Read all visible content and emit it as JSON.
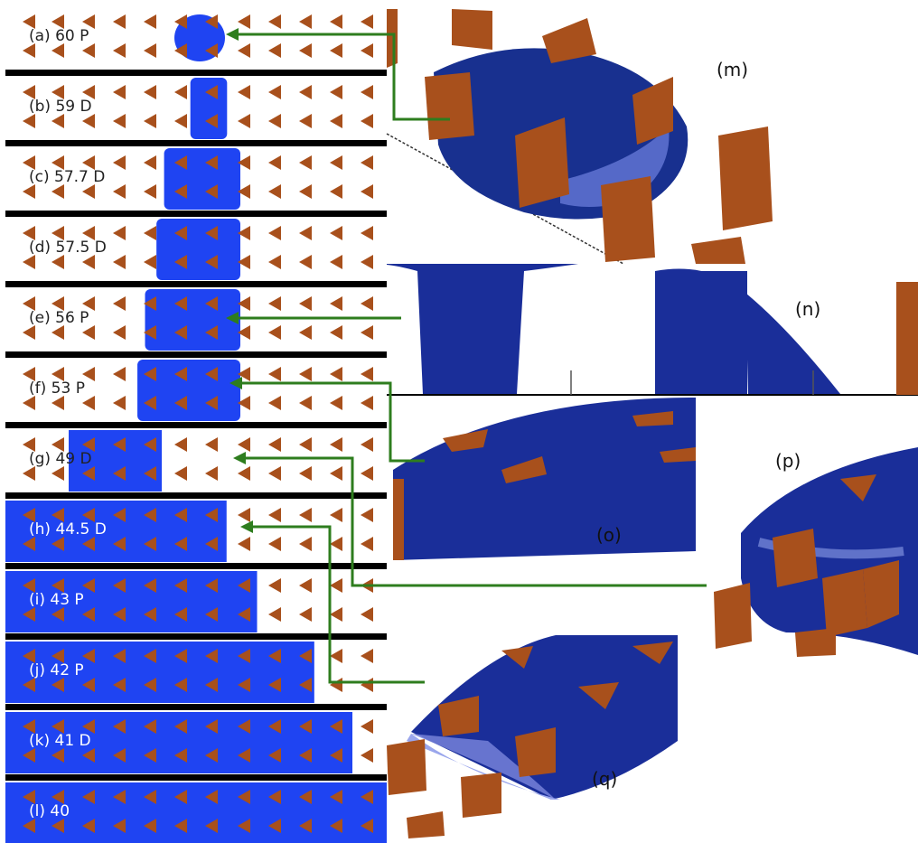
{
  "colors": {
    "liquid": "#1f44f2",
    "liquid_dark": "#0c1f8a",
    "pillar": "#a8501c",
    "pillar_dark": "#6b2c0a",
    "arrow": "#2e7d1e",
    "label_dark": "#222222",
    "label_light": "#ffffff",
    "divider": "#000000"
  },
  "strips": [
    {
      "label": "(a) 60 P",
      "fill_fraction": 0.12,
      "edge": "blob-center"
    },
    {
      "label": "(b) 59 D",
      "fill_fraction": 0.12,
      "edge": "column-center"
    },
    {
      "label": "(c) 57.7 D",
      "fill_fraction": 0.2,
      "edge": "column-center"
    },
    {
      "label": "(d) 57.5 D",
      "fill_fraction": 0.22,
      "edge": "column-center"
    },
    {
      "label": "(e) 56 P",
      "fill_fraction": 0.25,
      "edge": "column-center"
    },
    {
      "label": "(f) 53 P",
      "fill_fraction": 0.27,
      "edge": "column-center"
    },
    {
      "label": "(g)  49 D",
      "fill_fraction": 0.41,
      "edge": "front"
    },
    {
      "label": "(h) 44.5 D",
      "fill_fraction": 0.58,
      "edge": "front"
    },
    {
      "label": "(i) 43 P",
      "fill_fraction": 0.66,
      "edge": "front"
    },
    {
      "label": "(j) 42 P",
      "fill_fraction": 0.81,
      "edge": "front"
    },
    {
      "label": "(k) 41 D",
      "fill_fraction": 0.91,
      "edge": "front"
    },
    {
      "label": "(l) 40",
      "fill_fraction": 1.0,
      "edge": "full"
    }
  ],
  "panels": [
    {
      "id": "m",
      "label": "(m)"
    },
    {
      "id": "n",
      "label": "(n)"
    },
    {
      "id": "o",
      "label": "(o)"
    },
    {
      "id": "p",
      "label": "(p)"
    },
    {
      "id": "q",
      "label": "(q)"
    }
  ]
}
